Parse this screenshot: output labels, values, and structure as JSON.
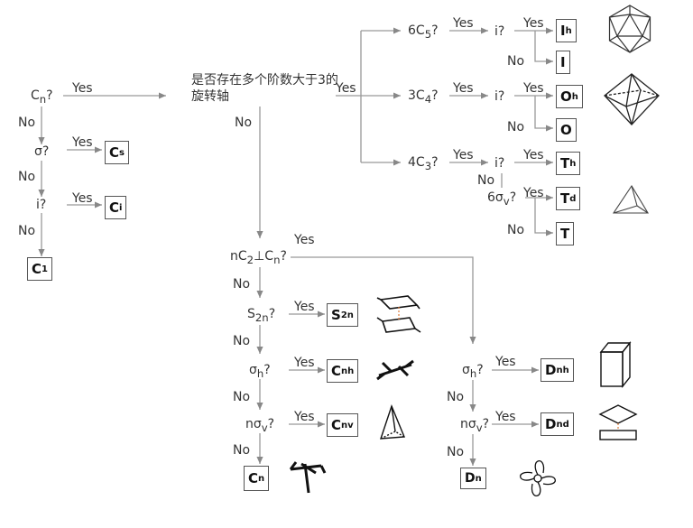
{
  "nodes": {
    "cn_q": {
      "text": "C",
      "sub": "n",
      "tail": "?"
    },
    "sigma_q": {
      "text": "σ?"
    },
    "i_q_left": {
      "text": "i?"
    },
    "multi_axis_q": {
      "text": "是否存在多个阶数大于3的旋转轴"
    },
    "c5_q": {
      "text": "6C",
      "sub": "5",
      "tail": "?"
    },
    "c4_q": {
      "text": "3C",
      "sub": "4",
      "tail": "?"
    },
    "c3_q": {
      "text": "4C",
      "sub": "3",
      "tail": "?"
    },
    "i_q_1": {
      "text": "i?"
    },
    "i_q_2": {
      "text": "i?"
    },
    "i_q_3": {
      "text": "i?"
    },
    "sigma_d_q": {
      "text": "6σ",
      "sub": "v",
      "tail": "?"
    },
    "c2_perp_q": {
      "text": "nC",
      "sub": "2",
      "mid": "⊥C",
      "sub2": "n",
      "tail": "?"
    },
    "s2n_q": {
      "text": "S",
      "sub": "2n",
      "tail": "?"
    },
    "sigma_h_q_left": {
      "text": "σ",
      "sub": "h",
      "tail": "?"
    },
    "nsigma_v_q_left": {
      "text": "nσ",
      "sub": "v",
      "tail": "?"
    },
    "sigma_h_q_right": {
      "text": "σ",
      "sub": "h",
      "tail": "?"
    },
    "nsigma_v_q_right": {
      "text": "nσ",
      "sub": "v",
      "tail": "?"
    }
  },
  "results": {
    "Cs": {
      "text": "C",
      "sub": "s"
    },
    "Ci": {
      "text": "C",
      "sub": "i"
    },
    "C1": {
      "text": "C",
      "sub": "1"
    },
    "Ih": {
      "text": "I",
      "sub": "h"
    },
    "I": {
      "text": "I",
      "sub": ""
    },
    "Oh": {
      "text": "O",
      "sub": "h"
    },
    "O": {
      "text": "O",
      "sub": ""
    },
    "Th": {
      "text": "T",
      "sub": "h"
    },
    "Td": {
      "text": "T",
      "sub": "d"
    },
    "T": {
      "text": "T",
      "sub": ""
    },
    "S2n": {
      "text": "S",
      "sub": "2n"
    },
    "Cnh": {
      "text": "C",
      "sub": "nh"
    },
    "Cnv": {
      "text": "C",
      "sub": "nv"
    },
    "Cn": {
      "text": "C",
      "sub": "n"
    },
    "Dnh": {
      "text": "D",
      "sub": "nh"
    },
    "Dnd": {
      "text": "D",
      "sub": "nd"
    },
    "Dn": {
      "text": "D",
      "sub": "n"
    }
  },
  "edge_labels": {
    "yes": "Yes",
    "no": "No"
  }
}
